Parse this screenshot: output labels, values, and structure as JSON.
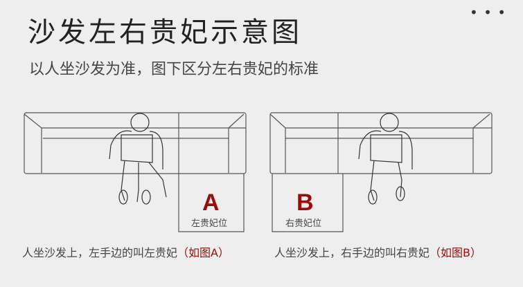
{
  "title": "沙发左右贵妃示意图",
  "subtitle": "以人坐沙发为准，图下区分左右贵妃的标准",
  "menu_icon": "more-dots",
  "left": {
    "letter": "A",
    "position_label": "左贵妃位",
    "caption": "人坐沙发上，左手边的叫左贵妃",
    "caption_note": "（如图A）"
  },
  "right": {
    "letter": "B",
    "position_label": "右贵妃位",
    "caption": "人坐沙发上，右手边的叫右贵妃",
    "caption_note": "（如图B）"
  },
  "colors": {
    "accent": "#9b0d0d",
    "line": "#555555"
  }
}
